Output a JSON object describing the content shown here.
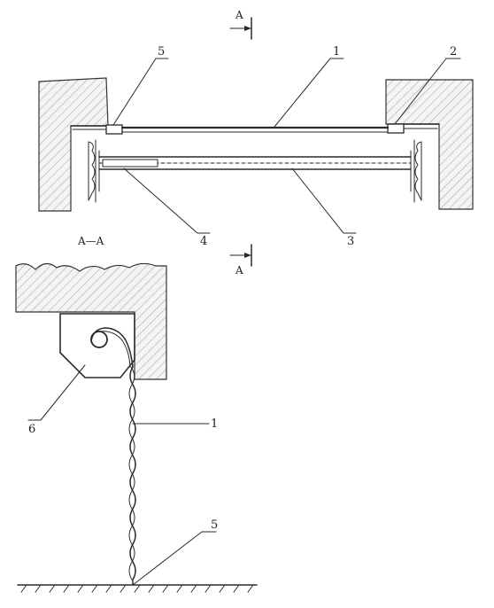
{
  "section_marks": {
    "top": "A",
    "bottom": "A",
    "view_title": "A—A"
  },
  "callouts": {
    "top_view": [
      "1",
      "2",
      "3",
      "4",
      "5"
    ],
    "section_view": [
      "6",
      "1",
      "5"
    ]
  }
}
